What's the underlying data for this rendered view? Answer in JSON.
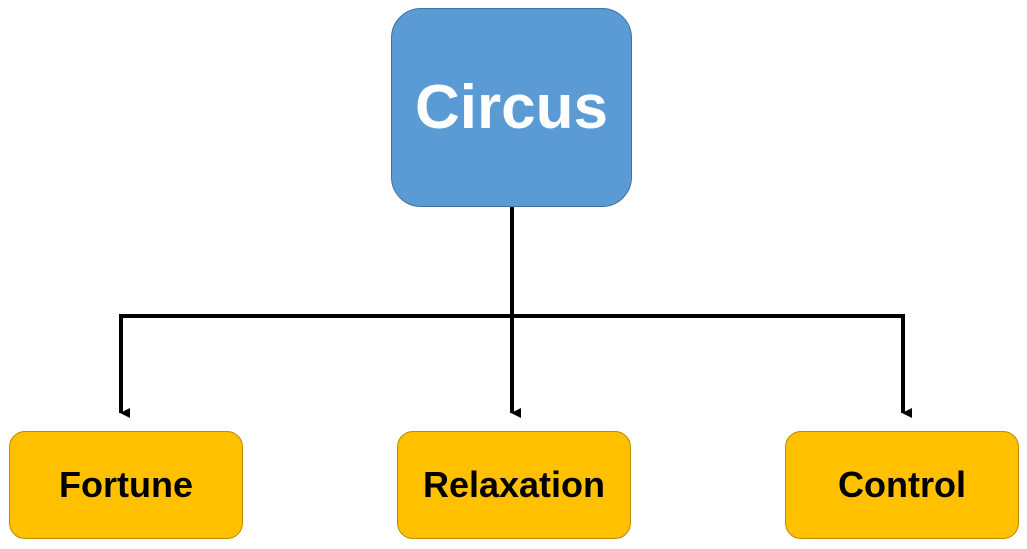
{
  "diagram": {
    "root": {
      "label": "Circus",
      "color": "#5b9bd5"
    },
    "children": [
      {
        "label": "Fortune",
        "color": "#ffc000"
      },
      {
        "label": "Relaxation",
        "color": "#ffc000"
      },
      {
        "label": "Control",
        "color": "#ffc000"
      }
    ],
    "connector_color": "#000000"
  }
}
